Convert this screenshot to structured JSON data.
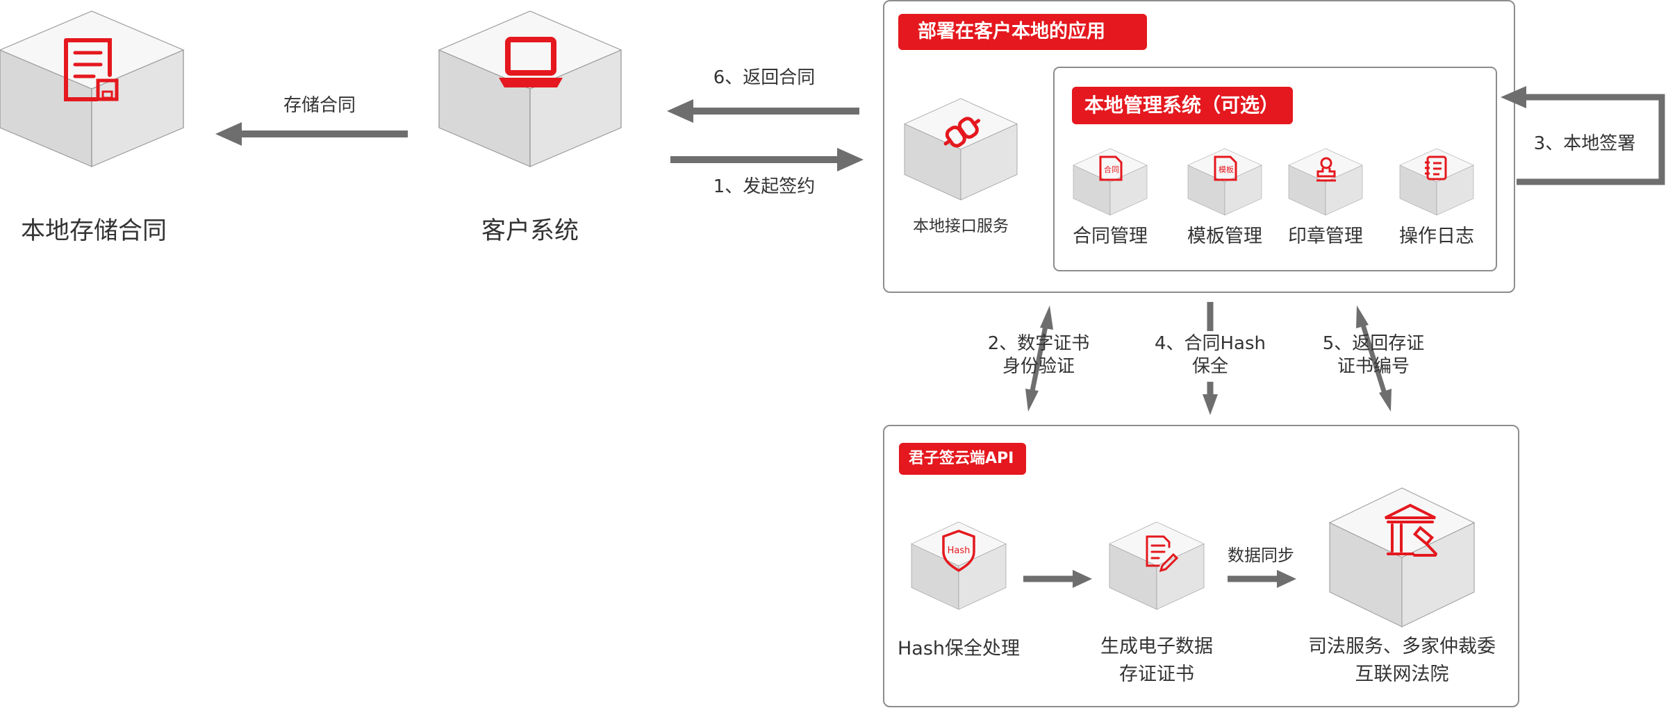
{
  "colors": {
    "accent": "#e4181e",
    "arrow": "#6e6e6e",
    "border": "#8c8c8c",
    "text": "#333333",
    "cube_top": "#f7f7f7",
    "cube_left": "#d8d8d8",
    "cube_right": "#e4e4e4"
  },
  "left": {
    "storage": {
      "label": "本地存储合同",
      "icon": "document-save-icon"
    },
    "client": {
      "label": "客户系统",
      "icon": "laptop-icon"
    },
    "arrow_store": "存储合同"
  },
  "flows": {
    "return_contract": "6、返回合同",
    "initiate_sign": "1、发起签约",
    "local_sign": "3、本地签署",
    "cert_verify": [
      "2、数字证书",
      "身份验证"
    ],
    "hash_preserve": [
      "4、合同Hash",
      "保全"
    ],
    "return_cert": [
      "5、返回存证",
      "证书编号"
    ]
  },
  "local_deploy": {
    "title": "部署在客户本地的应用",
    "interface": {
      "label": "本地接口服务",
      "icon": "plug-icon"
    },
    "mgmt": {
      "title": "本地管理系统（可选）",
      "modules": [
        {
          "label": "合同管理",
          "icon": "contract-doc-icon",
          "icon_text": "合同"
        },
        {
          "label": "模板管理",
          "icon": "template-doc-icon",
          "icon_text": "模板"
        },
        {
          "label": "印章管理",
          "icon": "seal-stamp-icon"
        },
        {
          "label": "操作日志",
          "icon": "log-notebook-icon"
        }
      ]
    }
  },
  "cloud": {
    "title": "君子签云端API",
    "hash": {
      "label": "Hash保全处理",
      "icon": "hash-shield-icon",
      "icon_text": "Hash"
    },
    "cert": {
      "label": [
        "生成电子数据",
        "存证证书"
      ],
      "icon": "edit-document-icon"
    },
    "sync": "数据同步",
    "court": {
      "label": [
        "司法服务、多家仲裁委",
        "互联网法院"
      ],
      "icon": "court-gavel-icon"
    }
  }
}
